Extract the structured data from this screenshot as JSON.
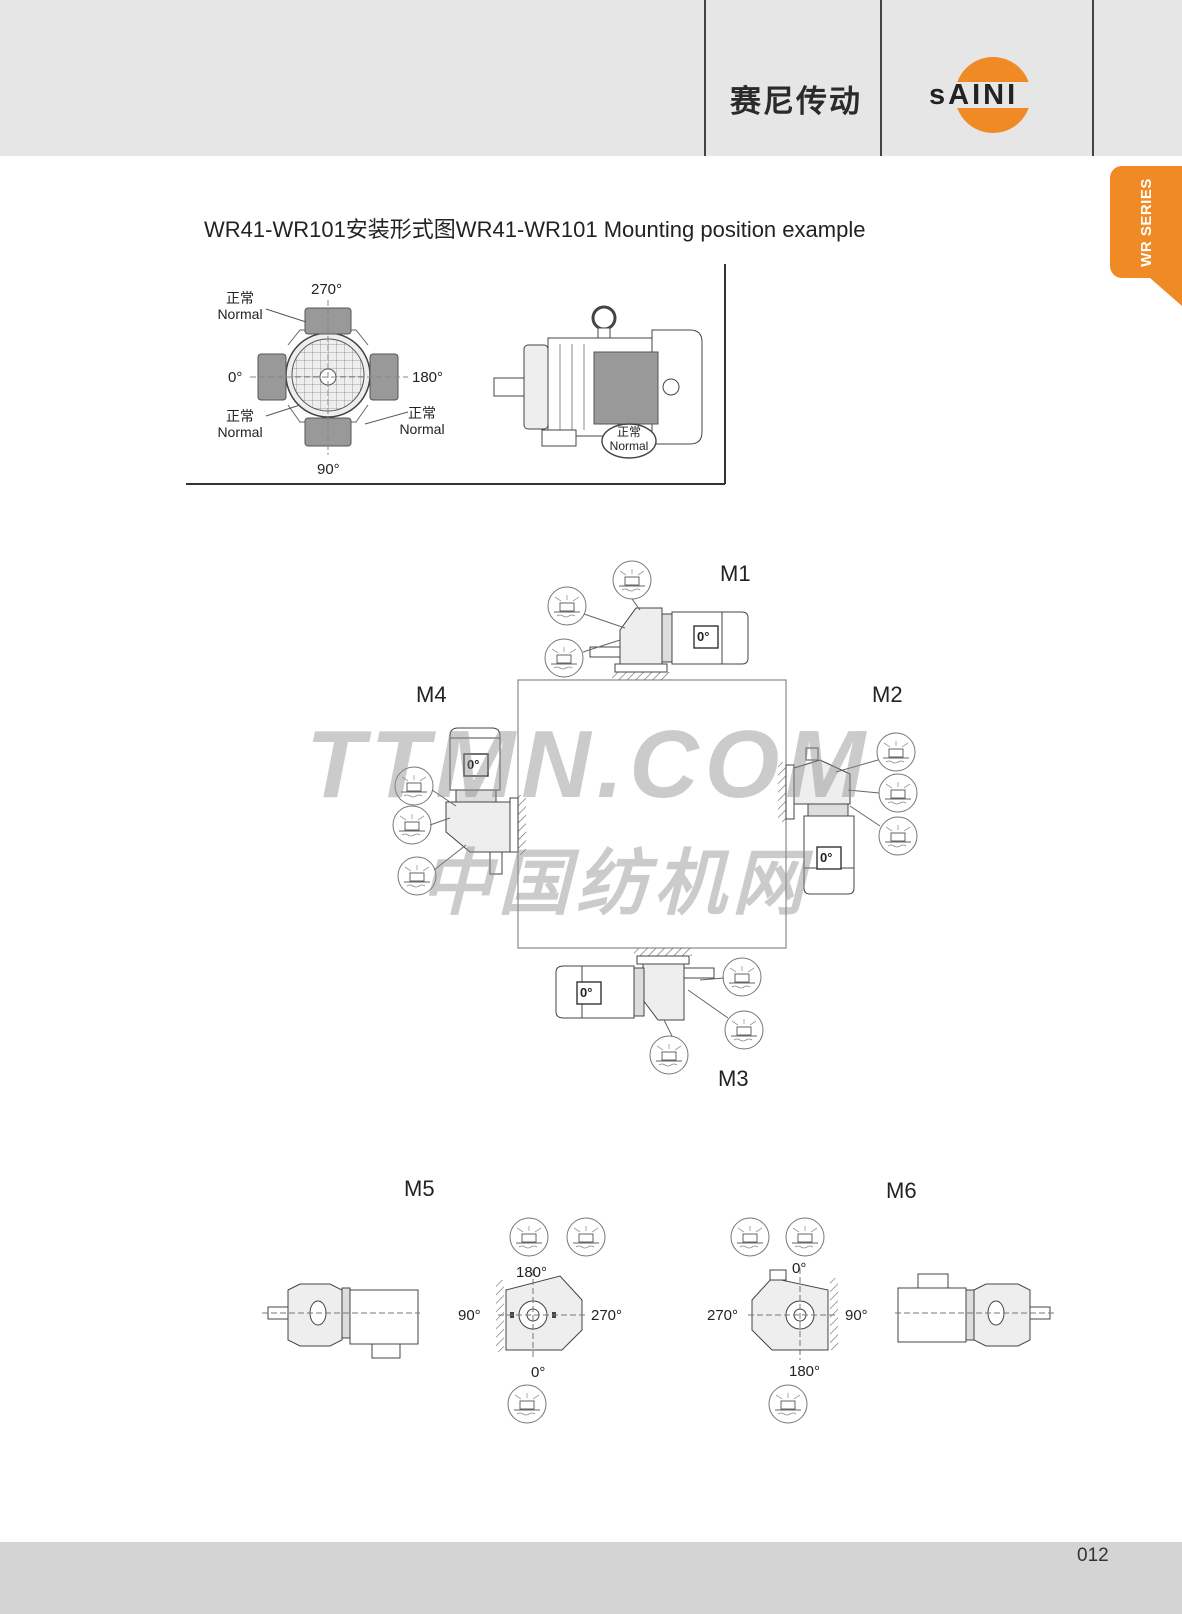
{
  "header": {
    "brand_cn": "赛尼传动",
    "logo_text": "sAINI",
    "logo_color": "#f08a24"
  },
  "side_tab": {
    "label": "WR SERIES"
  },
  "title": "WR41-WR101安装形式图WR41-WR101  Mounting position example",
  "orientation_diagram": {
    "angle_270": "270°",
    "angle_0": "0°",
    "angle_180": "180°",
    "angle_90": "90°",
    "normal_cn": "正常",
    "normal_en": "Normal"
  },
  "motor_badge": "0°",
  "positions": {
    "m1": "M1",
    "m2": "M2",
    "m3": "M3",
    "m4": "M4",
    "m5": "M5",
    "m6": "M6"
  },
  "m5_angles": {
    "top": "180°",
    "left": "90°",
    "right": "270°",
    "bottom": "0°"
  },
  "m6_angles": {
    "top": "0°",
    "left": "270°",
    "right": "90°",
    "bottom": "180°"
  },
  "watermark": {
    "line1": "TTMN.COM",
    "line2": "中国纺机网"
  },
  "page_number": "012"
}
